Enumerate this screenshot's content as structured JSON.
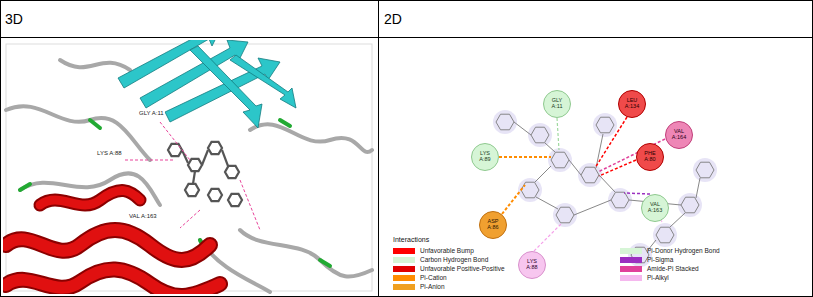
{
  "diagram": {
    "nodes": [
      {
        "text": [
          "3D"
        ]
      },
      {
        "text": [
          "2D"
        ]
      },
      {
        "text": [
          "GLY A:11"
        ]
      },
      {
        "text": [
          "LEU A:134"
        ]
      },
      {
        "text": [
          "VAL A:164"
        ]
      },
      {
        "text": [
          "PHE A:80"
        ]
      },
      {
        "text": [
          "LYS A:89"
        ]
      },
      {
        "text": [
          "VAL A:163"
        ]
      },
      {
        "text": [
          "ASP A:86"
        ]
      },
      {
        "text": [
          "LYS A:88"
        ]
      }
    ],
    "labels": [
      "GLY A:11",
      "LYS A:88",
      "VAL A:163",
      "Interactions"
    ],
    "legend": [
      {
        "text": "Unfavorable Bump",
        "color": "#ff0000"
      },
      {
        "text": "Carbon Hydrogen Bond",
        "color": "#d6f5d6"
      },
      {
        "text": "Unfavorable Positive-Positive",
        "color": "#e00000"
      },
      {
        "text": "Pi-Cation",
        "color": "#ff8c00"
      },
      {
        "text": "Pi-Anion",
        "color": "#f0a020"
      },
      {
        "text": "Pi-Donor Hydrogen Bond",
        "color": "#d6f5d6"
      },
      {
        "text": "Pi-Sigma",
        "color": "#9b30c0"
      },
      {
        "text": "Amide-Pi Stacked",
        "color": "#e0409a"
      },
      {
        "text": "Pi-Alkyl",
        "color": "#f5b8ee"
      }
    ]
  }
}
